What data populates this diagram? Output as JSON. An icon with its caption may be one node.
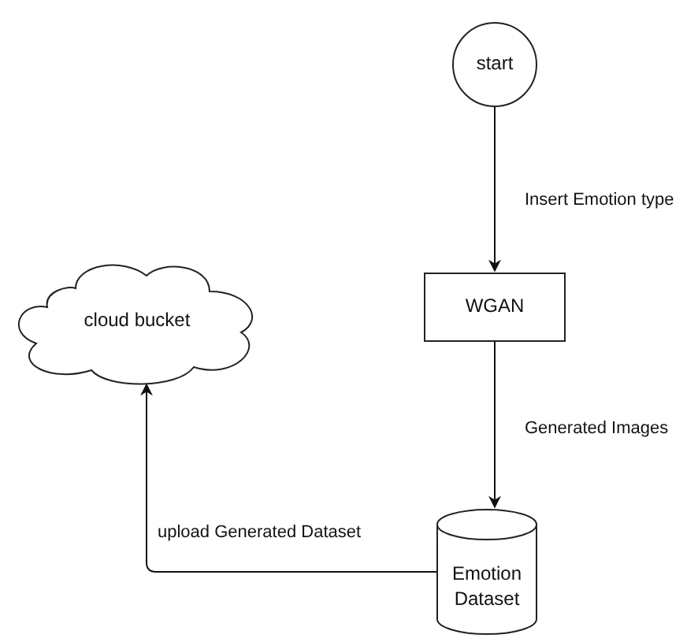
{
  "diagram": {
    "nodes": [
      {
        "text": [
          "start"
        ]
      },
      {
        "text": [
          "WGAN"
        ]
      },
      {
        "text": [
          "Emotion Dataset"
        ]
      },
      {
        "text": [
          "cloud bucket"
        ]
      }
    ],
    "edges": [
      {
        "from": 0,
        "to": 1,
        "arrow": "to",
        "label": "Insert Emotion type"
      },
      {
        "from": 1,
        "to": 2,
        "arrow": "to",
        "label": "Generated Images"
      },
      {
        "from": 2,
        "to": 3,
        "arrow": "to",
        "label": "upload Generated Dataset"
      }
    ]
  }
}
